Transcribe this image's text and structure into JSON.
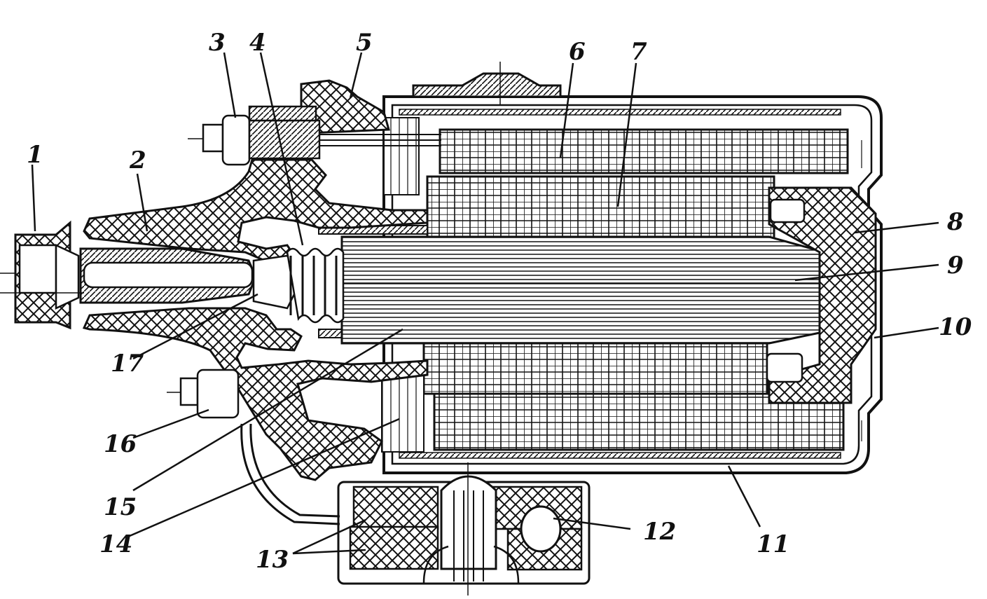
{
  "diagram": {
    "colors": {
      "ink": "#111111",
      "paper": "#ffffff"
    },
    "callouts": [
      "1",
      "2",
      "3",
      "4",
      "5",
      "6",
      "7",
      "8",
      "9",
      "10",
      "11",
      "12",
      "13",
      "14",
      "15",
      "16",
      "17"
    ]
  }
}
